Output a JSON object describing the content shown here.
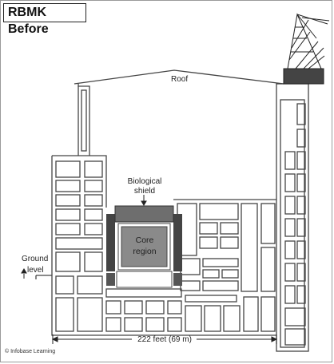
{
  "title": "RBMK Before",
  "labels": {
    "roof": "Roof",
    "shield_line1": "Biological",
    "shield_line2": "shield",
    "core_line1": "Core",
    "core_line2": "region",
    "ground_line1": "Ground",
    "ground_line2": "level",
    "dimension": "222 feet (69 m)"
  },
  "credit": "© Infobase Learning",
  "colors": {
    "outline": "#444444",
    "shield_dark": "#444444",
    "shield_mid": "#6e6e6e",
    "core_fill": "#8a8a8a",
    "crane": "#222222"
  }
}
